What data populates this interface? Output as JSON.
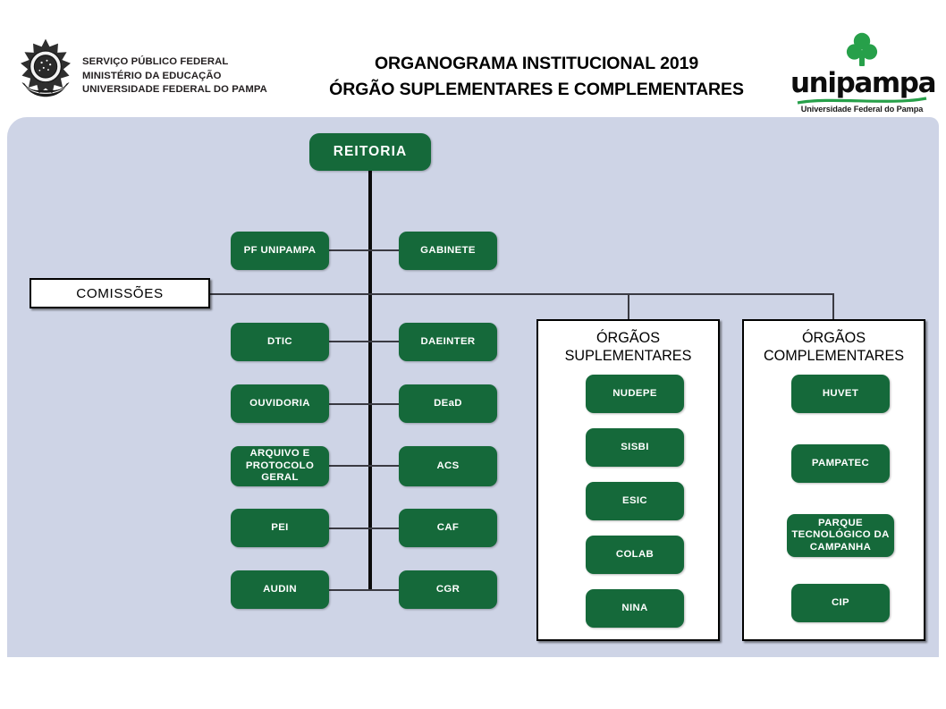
{
  "header": {
    "gov_lines": [
      "SERVIÇO PÚBLICO FEDERAL",
      "MINISTÉRIO DA EDUCAÇÃO",
      "UNIVERSIDADE FEDERAL DO PAMPA"
    ],
    "title_line1": "ORGANOGRAMA INSTITUCIONAL 2019",
    "title_line2": "ÓRGÃO SUPLEMENTARES E COMPLEMENTARES",
    "logo_word": "unipampa",
    "logo_sub": "Universidade Federal do Pampa",
    "brasao_alt": "brasao-republica-icon"
  },
  "chart": {
    "root": "REITORIA",
    "comissoes": "COMISSÕES",
    "pairs": [
      {
        "left": "PF UNIPAMPA",
        "right": "GABINETE"
      },
      {
        "left": "DTIC",
        "right": "DAEINTER"
      },
      {
        "left": "OUVIDORIA",
        "right": "DEaD"
      },
      {
        "left": "ARQUIVO E PROTOCOLO GERAL",
        "right": "ACS"
      },
      {
        "left": "PEI",
        "right": "CAF"
      },
      {
        "left": "AUDIN",
        "right": "CGR"
      }
    ],
    "panels": [
      {
        "title_line1": "ÓRGÃOS",
        "title_line2": "SUPLEMENTARES",
        "items": [
          "NUDEPE",
          "SISBI",
          "ESIC",
          "COLAB",
          "NINA"
        ]
      },
      {
        "title_line1": "ÓRGÃOS",
        "title_line2": "COMPLEMENTARES",
        "items": [
          "HUVET",
          "PAMPATEC",
          "PARQUE TECNOLÓGICO DA CAMPANHA",
          "CIP"
        ]
      }
    ]
  },
  "colors": {
    "green": "#15693a",
    "stage": "#ced4e6",
    "line": "#3a3a42",
    "logo_green": "#27a04a"
  }
}
